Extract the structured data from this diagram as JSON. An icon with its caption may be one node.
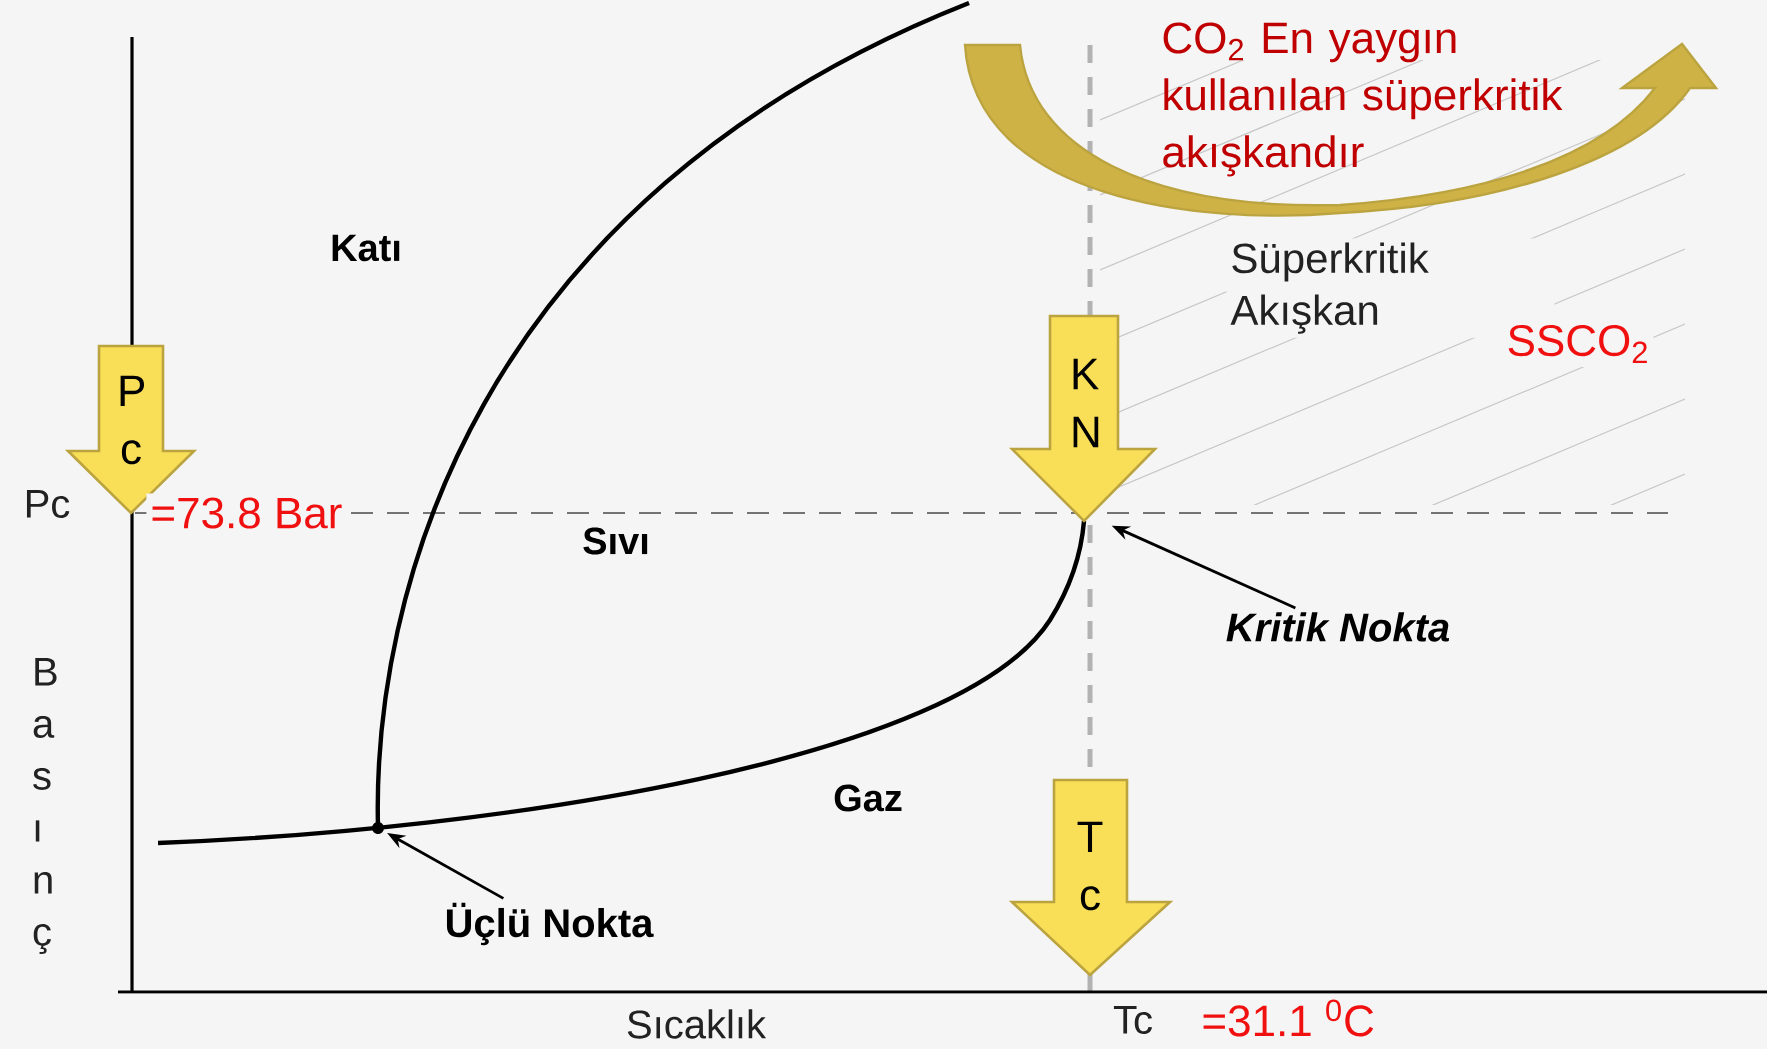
{
  "diagram": {
    "nodes": [
      {
        "text": [
          "P c"
        ]
      },
      {
        "text": [
          "K N"
        ]
      },
      {
        "text": [
          "T c"
        ]
      },
      {
        "text": [
          "Kritik Nokta"
        ]
      },
      {
        "text": [
          "Üçlü Nokta"
        ]
      },
      {
        "text": [],
        "shape": "circle"
      }
    ],
    "edges": [
      {
        "from": 3,
        "to": null,
        "arrow": "to"
      },
      {
        "from": 4,
        "to": 5,
        "arrow": "to"
      }
    ],
    "labels": [
      "CO$_{2}$ En yaygın kullanılan süperkritik akışkandır",
      "Katı",
      "Süperkritik Akışkan",
      "SSCO$_{2}$",
      "Pc",
      "=73.8 Bar",
      "Sıvı",
      "B a s ı n ç",
      "Gaz",
      "Sıcaklık",
      "Tc",
      "=31.1 $^{0}$C"
    ]
  }
}
